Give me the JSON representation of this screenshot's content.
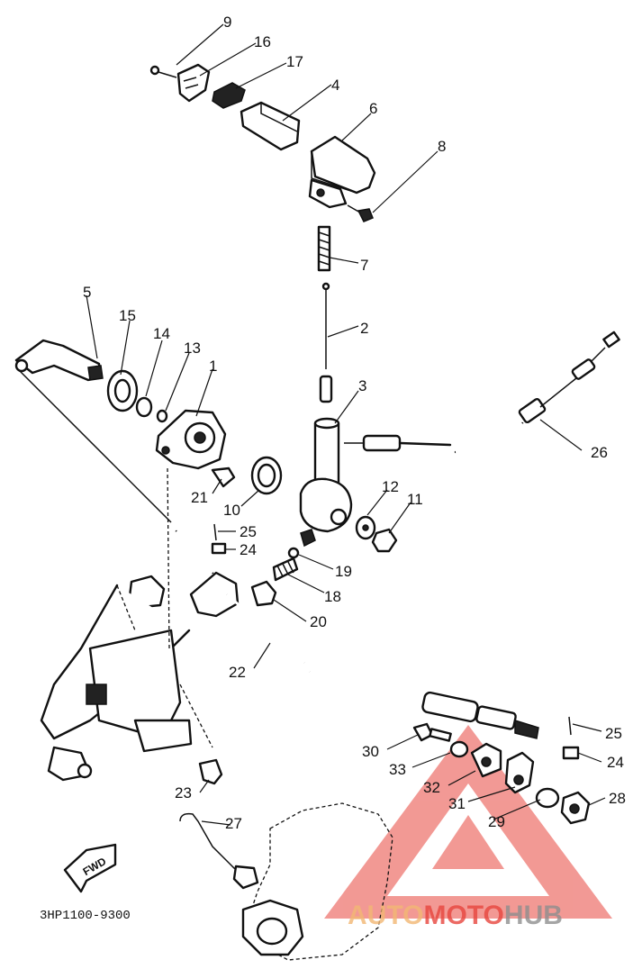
{
  "diagram": {
    "part_labels": [
      "9",
      "16",
      "17",
      "4",
      "6",
      "8",
      "7",
      "2",
      "3",
      "26",
      "5",
      "15",
      "14",
      "13",
      "1",
      "21",
      "10",
      "12",
      "11",
      "25",
      "24",
      "19",
      "18",
      "20",
      "22",
      "30",
      "33",
      "32",
      "31",
      "29",
      "28",
      "23",
      "27"
    ],
    "fwd_label": "FWD",
    "drawing_code": "3HP1100-9300"
  },
  "watermark": {
    "part1": "AUTO",
    "part2": "MOTO",
    "part3": "HUB",
    "color_orange": "#f2b774",
    "color_red": "#e8463e",
    "color_gray": "#8f8f8f"
  }
}
